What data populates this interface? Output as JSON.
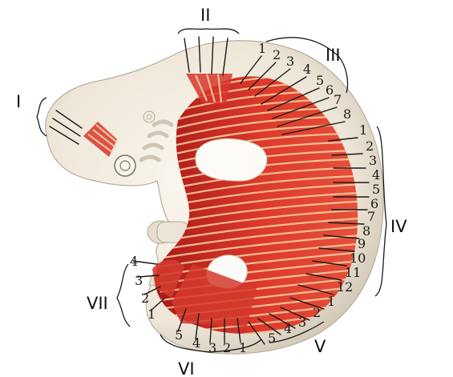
{
  "groups": {
    "I": {
      "label": "I",
      "items": []
    },
    "II": {
      "label": "II",
      "items": []
    },
    "III": {
      "label": "III",
      "items": [
        "1",
        "2",
        "3",
        "4",
        "5",
        "6",
        "7",
        "8"
      ]
    },
    "IV": {
      "label": "IV",
      "items": [
        "1",
        "2",
        "3",
        "4",
        "5",
        "6",
        "7",
        "8",
        "9",
        "10",
        "11",
        "12"
      ]
    },
    "V": {
      "label": "V",
      "items": [
        "1",
        "2",
        "3",
        "4",
        "5"
      ]
    },
    "VI": {
      "label": "VI",
      "items": [
        "1",
        "2",
        "3",
        "4",
        "5"
      ]
    },
    "VII": {
      "label": "VII",
      "items": [
        "1",
        "2",
        "3",
        "4"
      ]
    }
  },
  "colors": {
    "muscle": "#d8262a",
    "muscle_light": "#f6d6a6",
    "embryo_body": "#efe8dc",
    "embryo_shade": "#cfc6b6",
    "line": "#1a1a1a"
  }
}
